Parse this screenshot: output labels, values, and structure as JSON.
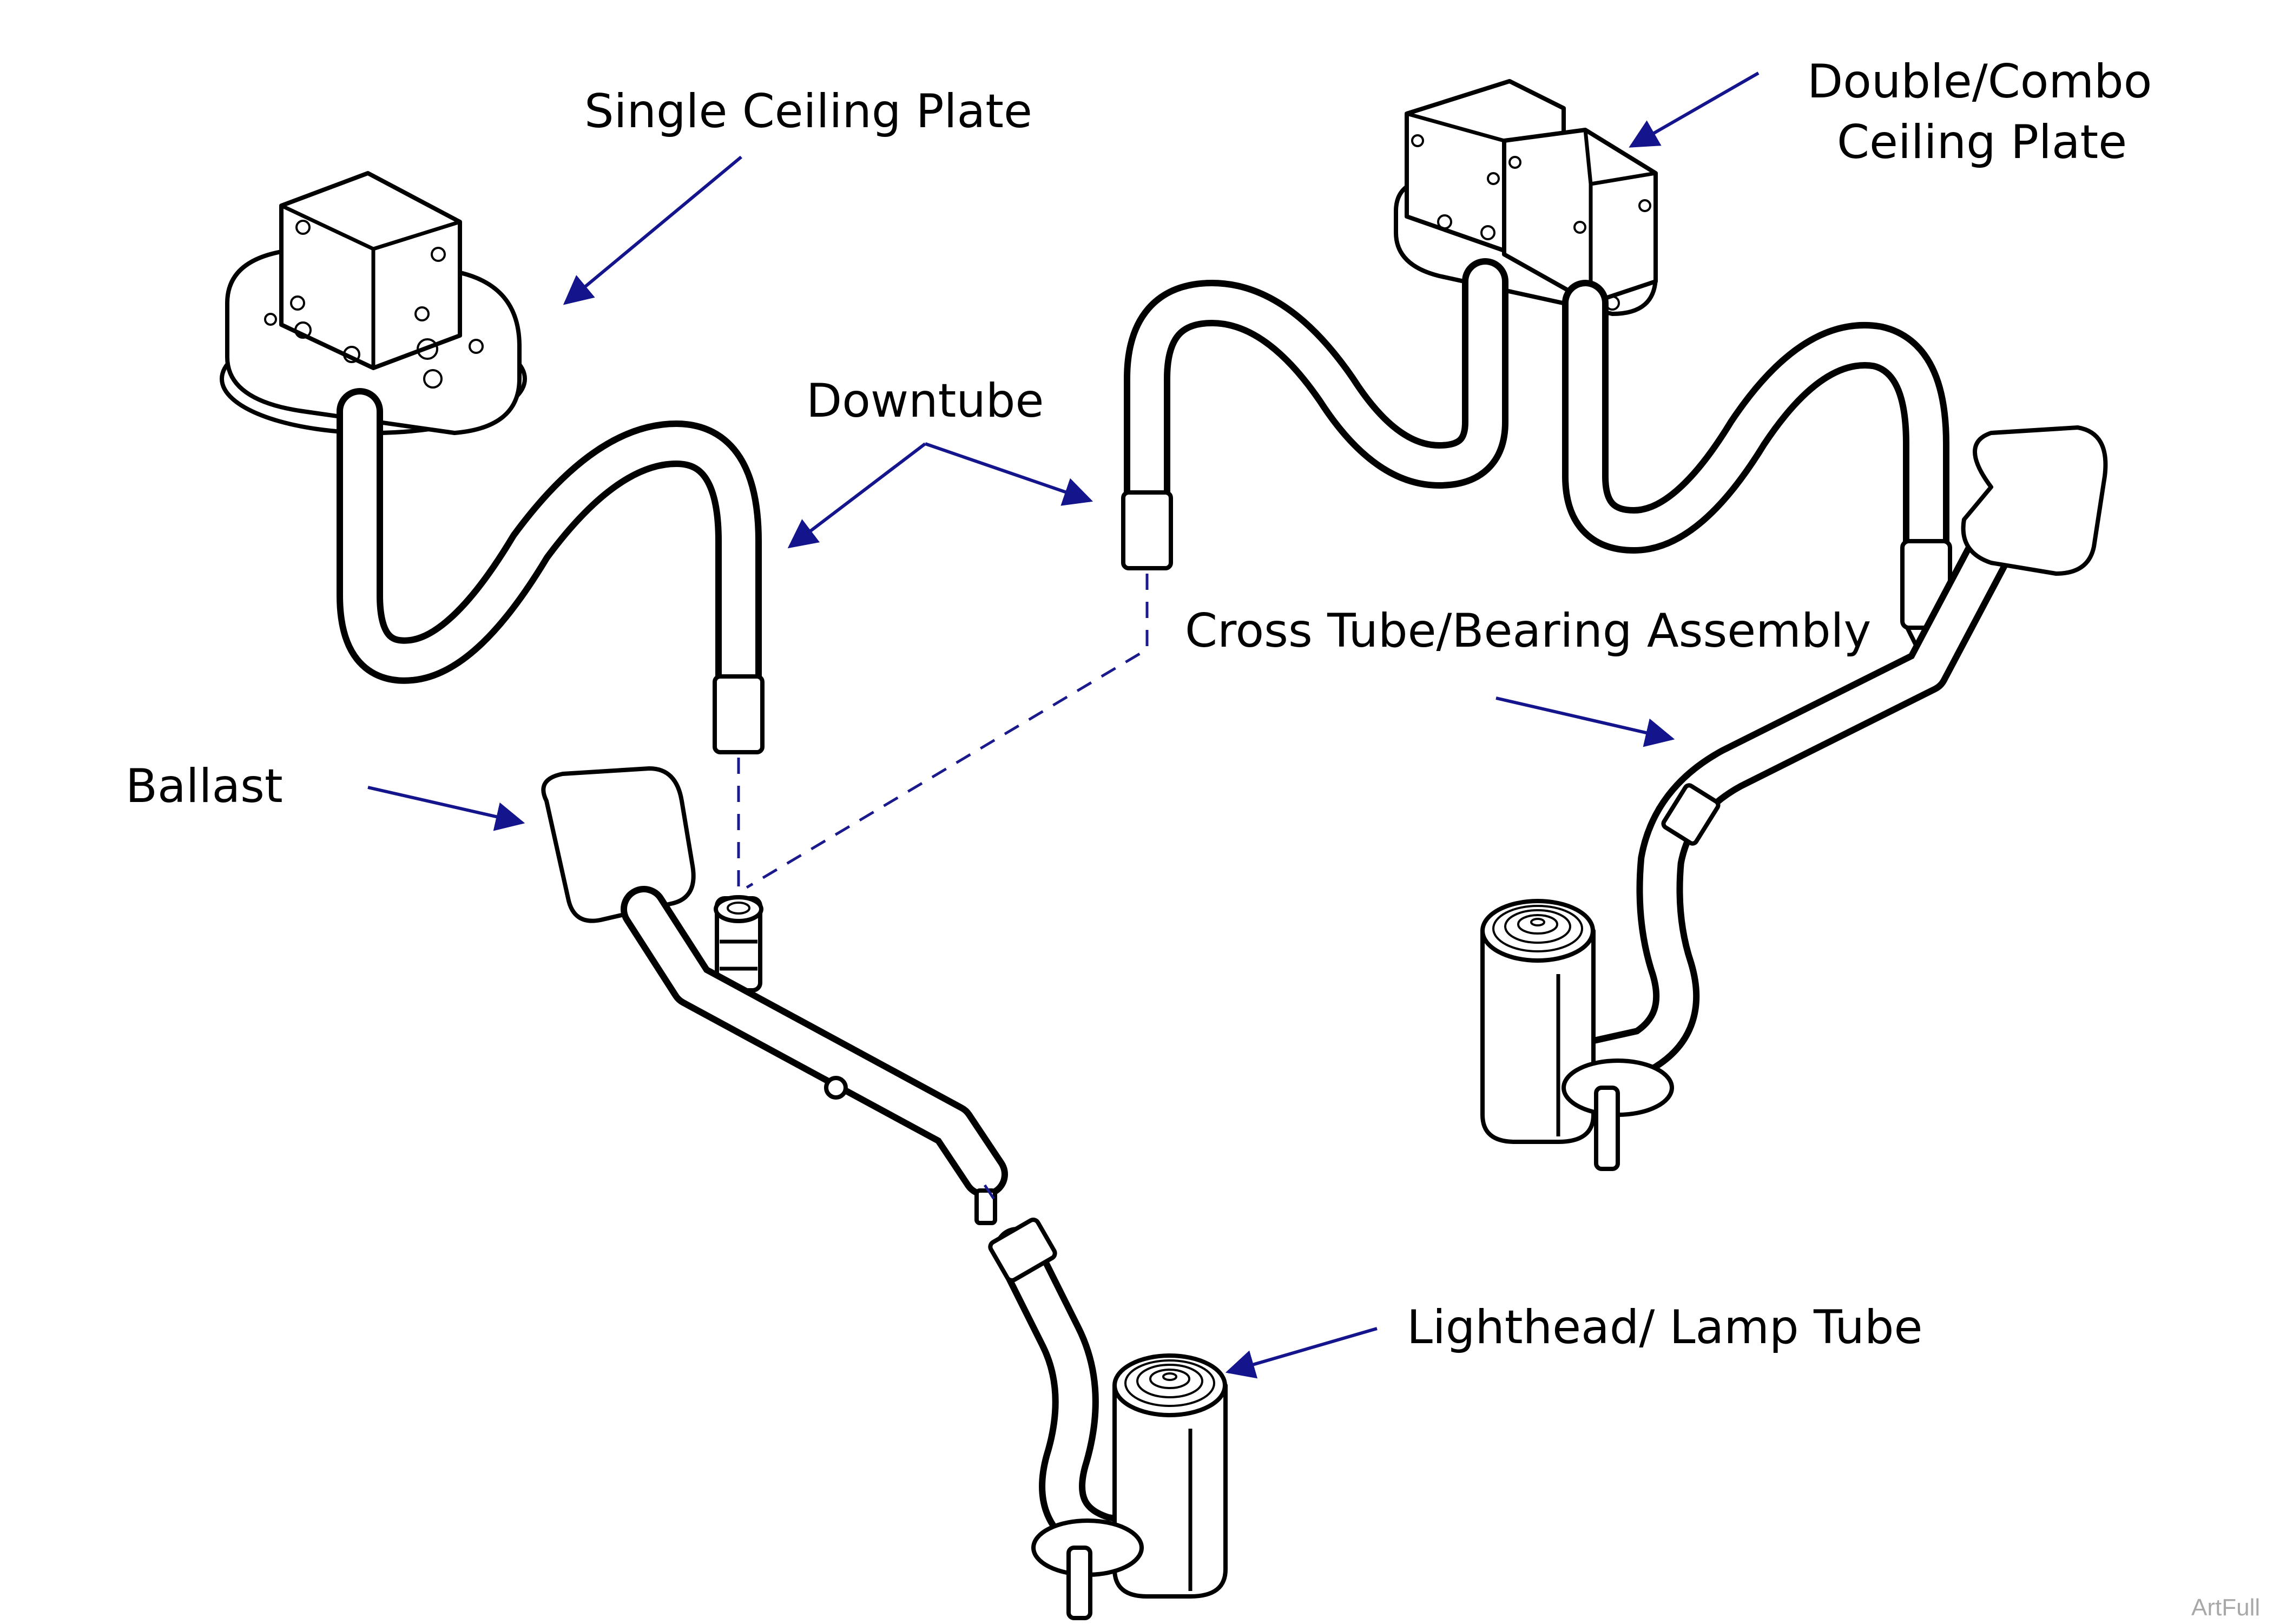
{
  "labels": {
    "single_ceiling_plate": "Single Ceiling Plate",
    "double_combo_line1": "Double/Combo",
    "double_combo_line2": "Ceiling Plate",
    "downtube": "Downtube",
    "cross_tube_bearing": "Cross Tube/Bearing Assembly",
    "ballast": "Ballast",
    "lighthead_lamp_tube": "Lighthead/ Lamp Tube"
  },
  "watermark": "ArtFull",
  "colors": {
    "callout_arrow": "#14148c",
    "line_art": "#000000",
    "watermark": "#a8a8a8"
  }
}
